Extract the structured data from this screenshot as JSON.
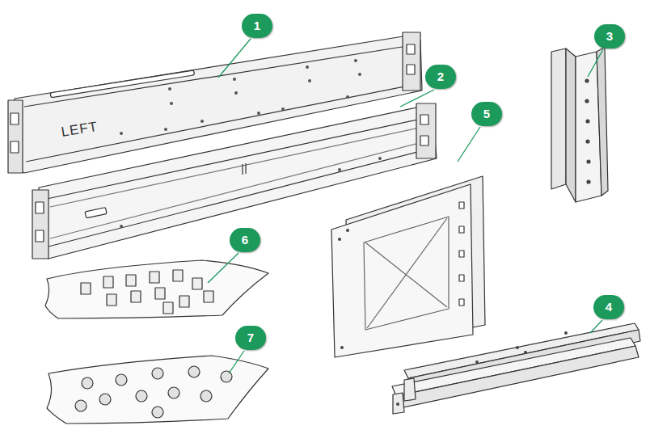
{
  "diagram": {
    "labels": [
      "1",
      "2",
      "3",
      "4",
      "5",
      "6",
      "7",
      "LEFT"
    ]
  }
}
